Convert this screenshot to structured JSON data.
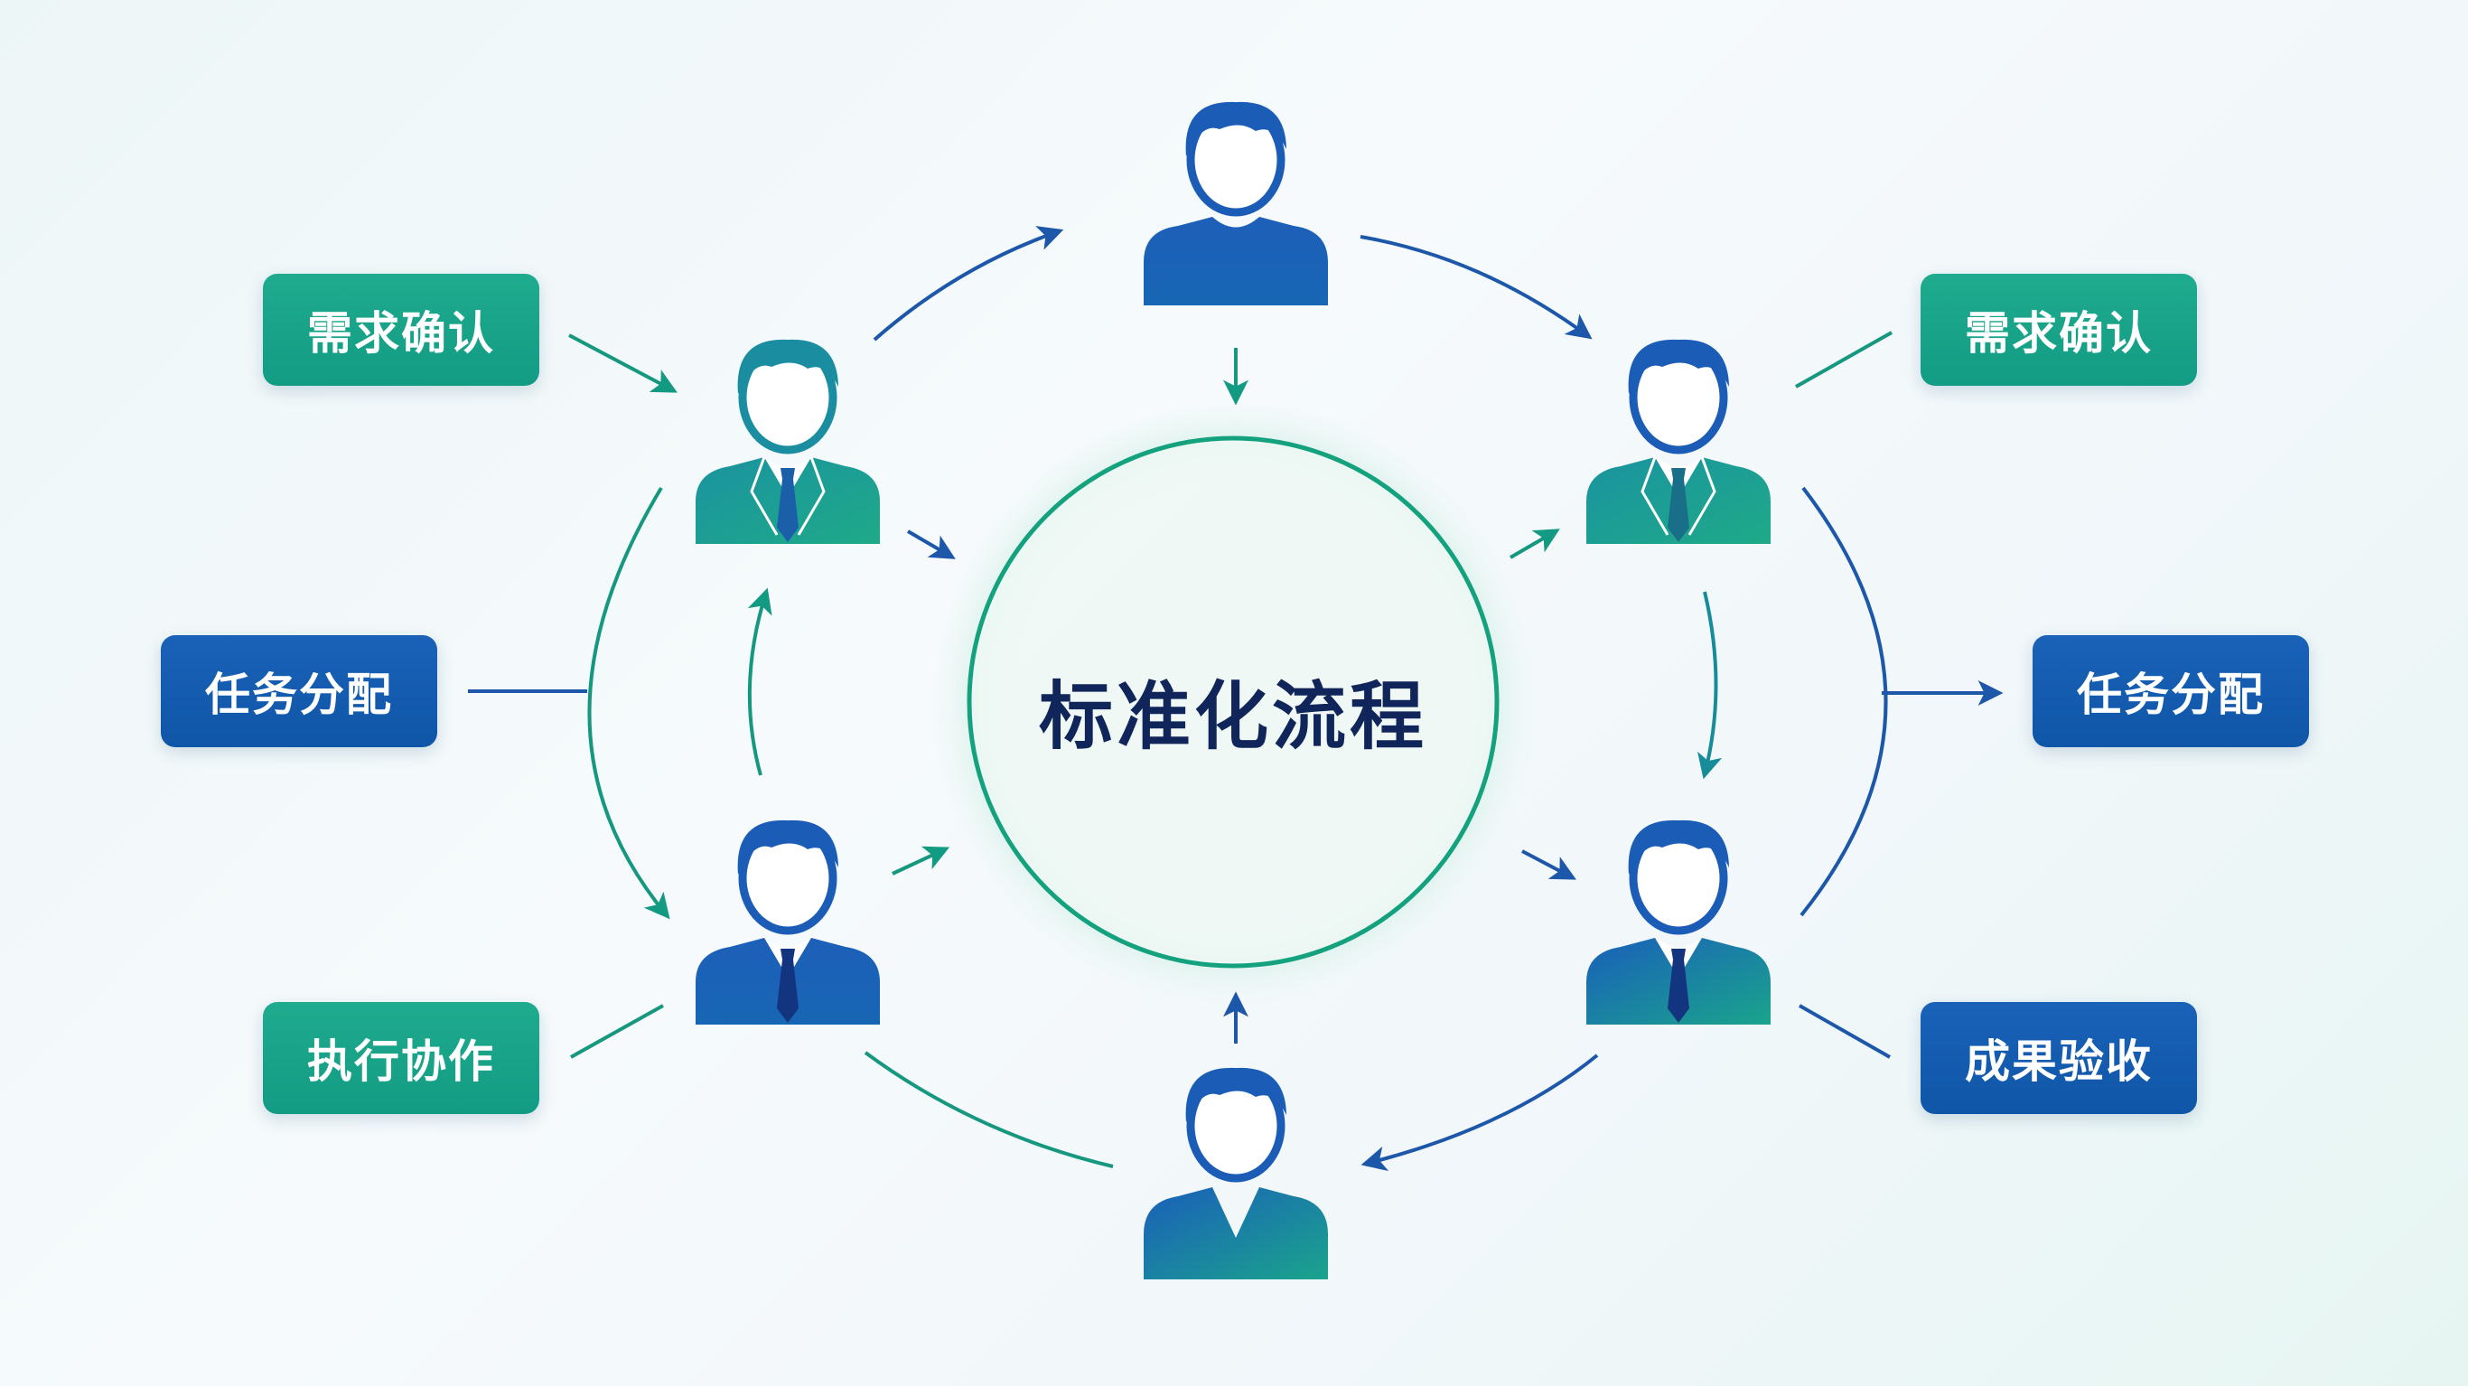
{
  "center": {
    "title": "标准化流程"
  },
  "labels": {
    "left_top": "需求确认",
    "left_middle": "任务分配",
    "left_bottom": "执行协作",
    "right_top": "需求确认",
    "right_middle": "任务分配",
    "right_bottom": "成果验收"
  },
  "colors": {
    "green": "#13a085",
    "blue": "#0e56a8",
    "navy_text": "#10255a",
    "ring_stroke": "#14a27e"
  },
  "icons": [
    "person-casual-icon-top",
    "person-suit-icon-left-top",
    "person-suit-icon-left-bottom",
    "person-suit-icon-right-top",
    "person-suit-icon-right-bottom",
    "person-casual-icon-bottom"
  ]
}
